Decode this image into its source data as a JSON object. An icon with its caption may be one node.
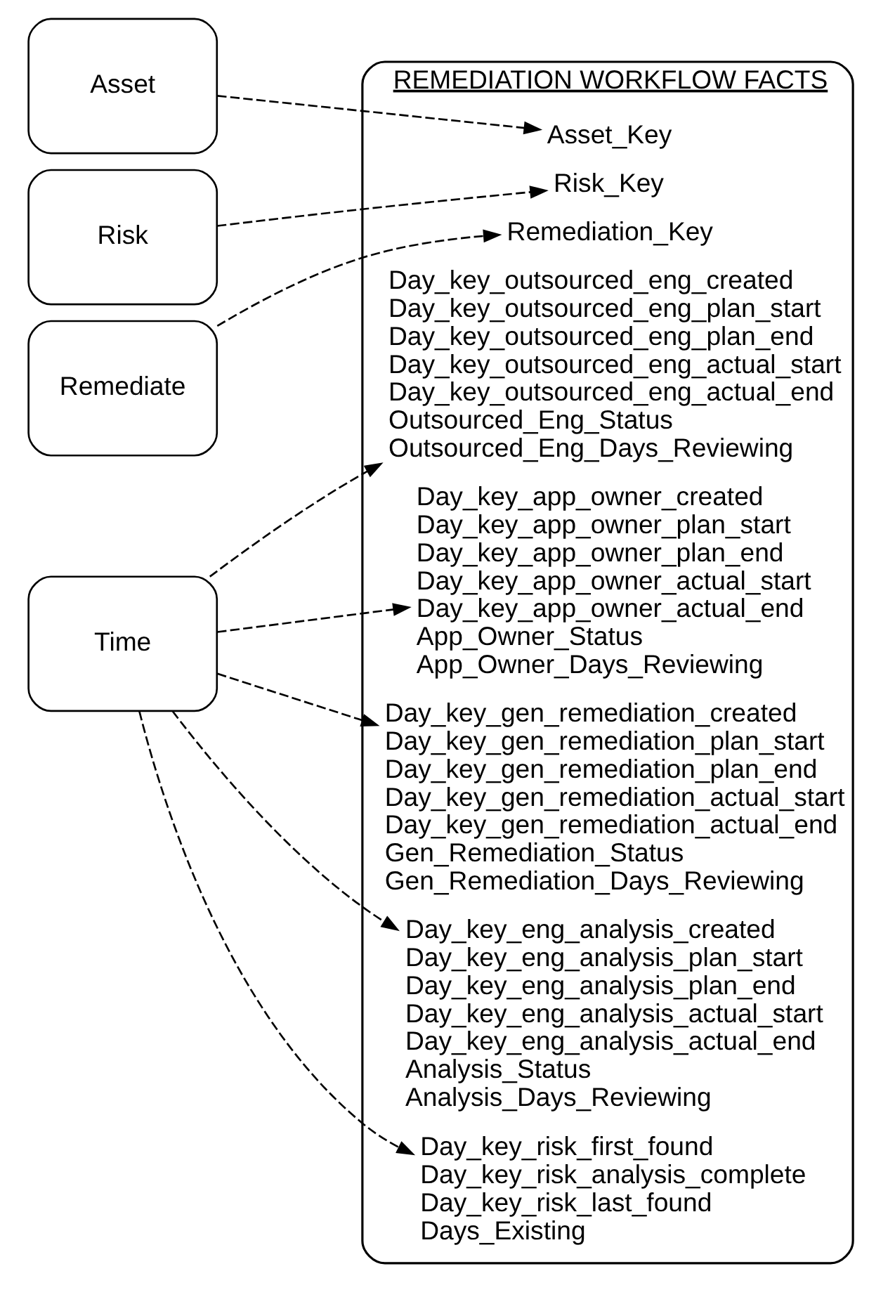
{
  "diagram": {
    "nodes": [
      {
        "text": [
          "Asset"
        ]
      },
      {
        "text": [
          "Risk"
        ]
      },
      {
        "text": [
          "Remediate"
        ]
      },
      {
        "text": [
          "Time"
        ]
      },
      {
        "text": [
          "REMEDIATION WORKFLOW FACTS"
        ]
      },
      {
        "text": [
          "Asset_Key"
        ],
        "in": 4
      },
      {
        "text": [
          "Risk_Key"
        ],
        "in": 4
      },
      {
        "text": [
          "Remediation_Key"
        ],
        "in": 4
      },
      {
        "text": [
          "Day_key_risk_first_found",
          "Day_key_risk_analysis_complete",
          "Day_key_risk_last_found",
          "Days_Existing"
        ],
        "in": 4
      },
      {
        "text": [
          "Day_key_eng_analysis_created",
          "Day_key_eng_analysis_plan_start",
          "Day_key_eng_analysis_plan_end",
          "Day_key_eng_analysis_actual_start",
          "Day_key_eng_analysis_actual_end",
          "Analysis_Status",
          "Analysis_Days_Reviewing"
        ],
        "in": 4
      },
      {
        "text": [
          "Day_key_gen_remediation_created",
          "Day_key_gen_remediation_plan_start",
          "Day_key_gen_remediation_plan_end",
          "Day_key_gen_remediation_actual_start",
          "Day_key_gen_remediation_actual_end",
          "Gen_Remediation_Status",
          "Gen_Remediation_Days_Reviewing"
        ],
        "in": 4
      },
      {
        "text": [
          "Day_key_app_owner_created",
          "Day_key_app_owner_plan_start",
          "Day_key_app_owner_plan_end",
          "Day_key_app_owner_actual_start",
          "Day_key_app_owner_actual_end",
          "App_Owner_Status",
          "App_Owner_Days_Reviewing"
        ],
        "in": 4
      },
      {
        "text": [
          "Day_key_outsourced_eng_created",
          "Day_key_outsourced_eng_plan_start",
          "Day_key_outsourced_eng_plan_end",
          "Day_key_outsourced_eng_actual_start",
          "Day_key_outsourced_eng_actual_end",
          "Outsourced_Eng_Status",
          "Outsourced_Eng_Days_Reviewing"
        ],
        "in": 4
      }
    ],
    "edges": [
      {
        "from": 0,
        "to": 5,
        "arrow": "to",
        "style": "dashed"
      },
      {
        "from": 1,
        "to": 6,
        "arrow": "to",
        "style": "dashed"
      },
      {
        "from": 2,
        "to": 7,
        "arrow": "to",
        "style": "dashed"
      },
      {
        "from": 3,
        "to": 8,
        "arrow": "to",
        "style": "dashed"
      },
      {
        "from": 3,
        "to": 9,
        "arrow": "to",
        "style": "dashed"
      },
      {
        "from": 3,
        "to": 10,
        "arrow": "to",
        "style": "dashed"
      },
      {
        "from": 3,
        "to": 11,
        "arrow": "to",
        "style": "dashed"
      },
      {
        "from": 3,
        "to": 12,
        "arrow": "to",
        "style": "dashed"
      }
    ]
  }
}
